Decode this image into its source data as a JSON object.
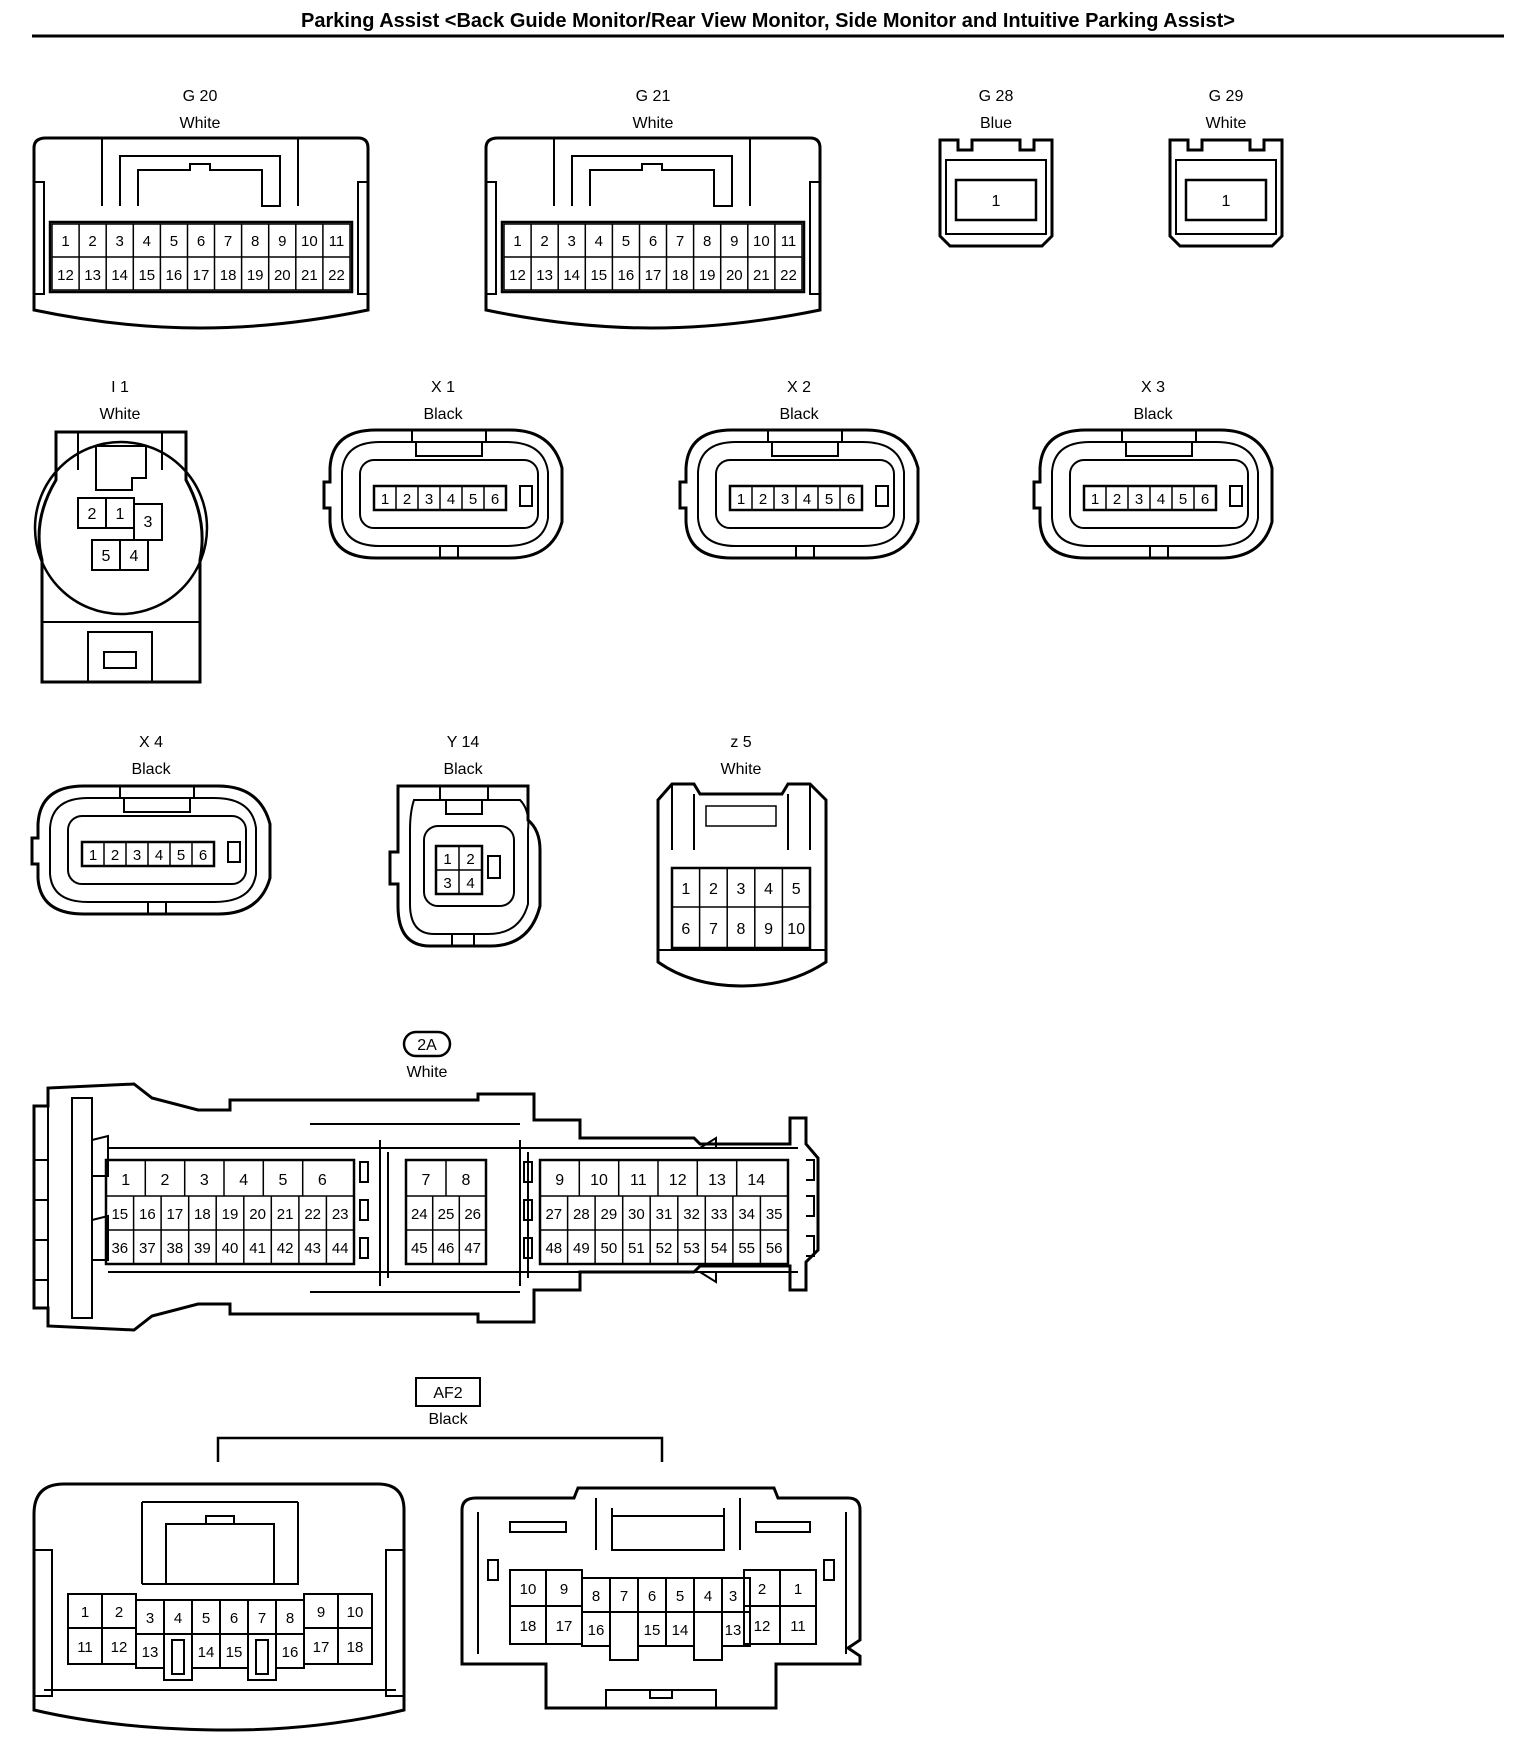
{
  "page": {
    "title": "Parking Assist <Back Guide Monitor/Rear View Monitor, Side Monitor and Intuitive Parking Assist>"
  },
  "connectors": [
    {
      "id": "G 20",
      "color": "White"
    },
    {
      "id": "G 21",
      "color": "White"
    },
    {
      "id": "G 28",
      "color": "Blue"
    },
    {
      "id": "G 29",
      "color": "White"
    },
    {
      "id": "I 1",
      "color": "White"
    },
    {
      "id": "X 1",
      "color": "Black"
    },
    {
      "id": "X 2",
      "color": "Black"
    },
    {
      "id": "X 3",
      "color": "Black"
    },
    {
      "id": "X 4",
      "color": "Black"
    },
    {
      "id": "Y 14",
      "color": "Black"
    },
    {
      "id": "z 5",
      "color": "White"
    },
    {
      "id": "2A",
      "color": "White"
    },
    {
      "id": "AF2",
      "color": "Black"
    }
  ],
  "pins": {
    "g20_top": [
      "1",
      "2",
      "3",
      "4",
      "5",
      "6",
      "7",
      "8",
      "9",
      "10",
      "11"
    ],
    "g20_bot": [
      "12",
      "13",
      "14",
      "15",
      "16",
      "17",
      "18",
      "19",
      "20",
      "21",
      "22"
    ],
    "g28": "1",
    "g29": "1",
    "i1": [
      "2",
      "1",
      "3",
      "5",
      "4"
    ],
    "x6": [
      "1",
      "2",
      "3",
      "4",
      "5",
      "6"
    ],
    "y14": [
      "1",
      "2",
      "3",
      "4"
    ],
    "z5_top": [
      "1",
      "2",
      "3",
      "4",
      "5"
    ],
    "z5_bot": [
      "6",
      "7",
      "8",
      "9",
      "10"
    ],
    "a2_r1_left": [
      "1",
      "2",
      "3",
      "4",
      "5",
      "6"
    ],
    "a2_r2_left": [
      "15",
      "16",
      "17",
      "18",
      "19",
      "20",
      "21",
      "22",
      "23"
    ],
    "a2_r3_left": [
      "36",
      "37",
      "38",
      "39",
      "40",
      "41",
      "42",
      "43",
      "44"
    ],
    "a2_r1_mid": [
      "7",
      "8"
    ],
    "a2_r2_mid": [
      "24",
      "25",
      "26"
    ],
    "a2_r3_mid": [
      "45",
      "46",
      "47"
    ],
    "a2_r1_right": [
      "9",
      "10",
      "11",
      "12",
      "13",
      "14"
    ],
    "a2_r2_right": [
      "27",
      "28",
      "29",
      "30",
      "31",
      "32",
      "33",
      "34",
      "35"
    ],
    "a2_r3_right": [
      "48",
      "49",
      "50",
      "51",
      "52",
      "53",
      "54",
      "55",
      "56"
    ],
    "af2a_top": [
      "1",
      "2",
      "3",
      "4",
      "5",
      "6",
      "7",
      "8",
      "9",
      "10"
    ],
    "af2a_bot": [
      "11",
      "12",
      "13",
      "14",
      "15",
      "16",
      "17",
      "18"
    ],
    "af2b_top": [
      "10",
      "9",
      "8",
      "7",
      "6",
      "5",
      "4",
      "3",
      "2",
      "1"
    ],
    "af2b_bot": [
      "18",
      "17",
      "16",
      "15",
      "14",
      "13",
      "12",
      "11"
    ]
  }
}
